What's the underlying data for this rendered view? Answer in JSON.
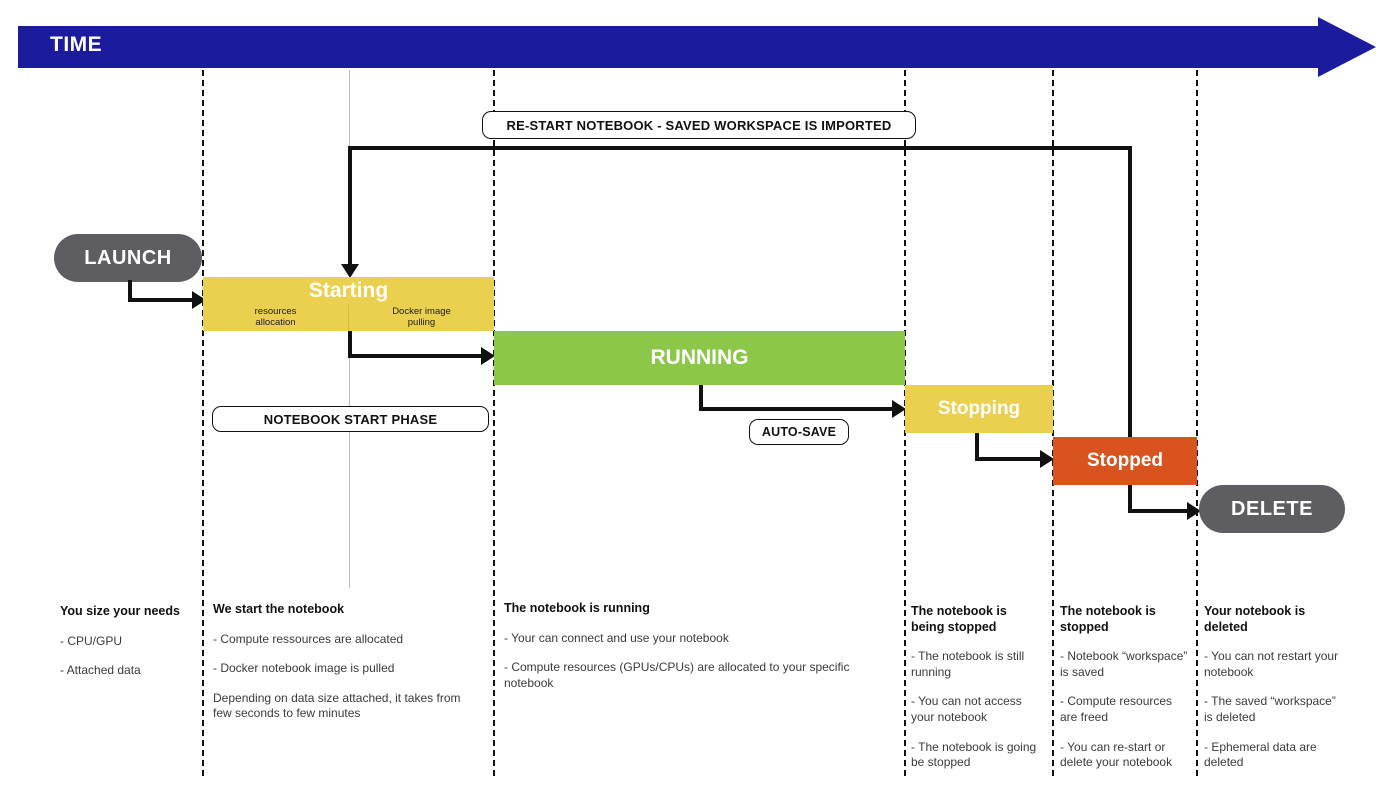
{
  "banner": {
    "label": "TIME",
    "color": "#1b1b9e"
  },
  "palette": {
    "time_blue": "#1b1b9e",
    "starting_yellow": "#ebcf4e",
    "running_green": "#8cc749",
    "stopping_yellow": "#ebcf4e",
    "stopped_orange": "#d9531e",
    "pill_gray": "#5d5d62"
  },
  "pills": {
    "launch": "LAUNCH",
    "delete": "DELETE"
  },
  "phases": {
    "starting": {
      "label": "Starting",
      "substeps": [
        "resources\nallocation",
        "Docker image\npulling"
      ],
      "substep_1_line1": "resources",
      "substep_1_line2": "allocation",
      "substep_2_line1": "Docker image",
      "substep_2_line2": "pulling"
    },
    "running": {
      "label": "RUNNING"
    },
    "stopping": {
      "label": "Stopping"
    },
    "stopped": {
      "label": "Stopped"
    }
  },
  "tags": {
    "restart": "RE-START NOTEBOOK - SAVED WORKSPACE IS IMPORTED",
    "start_phase": "NOTEBOOK START PHASE",
    "auto_save": "AUTO-SAVE"
  },
  "columns": [
    {
      "title": "You size your needs",
      "items": [
        "- CPU/GPU",
        "- Attached data"
      ]
    },
    {
      "title": "We start the notebook",
      "items": [
        "- Compute ressources are allocated",
        "- Docker notebook image is pulled",
        "Depending on data size attached, it takes from few seconds to few minutes"
      ]
    },
    {
      "title": "The notebook is running",
      "items": [
        "- Your can connect and use your notebook",
        "- Compute resources (GPUs/CPUs) are allocated to your specific notebook"
      ]
    },
    {
      "title": "The notebook is being stopped",
      "items": [
        "- The notebook is still running",
        "- You can not access your notebook",
        "- The notebook is going be stopped"
      ]
    },
    {
      "title": "The notebook is stopped",
      "items": [
        "- Notebook “workspace” is saved",
        "- Compute resources are freed",
        "- You can re-start or delete your notebook"
      ]
    },
    {
      "title": "Your notebook is deleted",
      "items": [
        "- You can not restart your notebook",
        "- The saved “workspace” is deleted",
        "- Ephemeral data are deleted"
      ]
    }
  ]
}
